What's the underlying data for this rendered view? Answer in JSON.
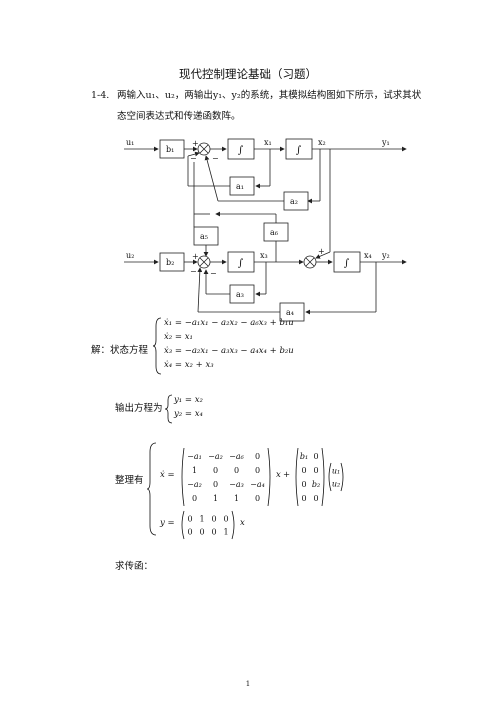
{
  "title": "现代控制理论基础（习题）",
  "problem": {
    "number": "1-4.",
    "line1": "两输入u₁、u₂，两输出y₁、y₂的系统，其模拟结构图如下所示，试求其状",
    "line2": "态空间表达式和传递函数阵。"
  },
  "diagram": {
    "inputs": [
      "u₁",
      "u₂"
    ],
    "outputs": [
      "y₁",
      "y₂"
    ],
    "states": [
      "x₁",
      "x₂",
      "x₃",
      "x₄"
    ],
    "gains": [
      "b₁",
      "b₂",
      "a₁",
      "a₂",
      "a₃",
      "a₄",
      "a₅",
      "a₆"
    ],
    "integrator": "∫",
    "plus": "+",
    "minus": "−"
  },
  "solution": {
    "label": "解：状态方程",
    "state_eqs": [
      "ẋ₁ = −a₁x₁ − a₂x₂ − a₆x₃ + b₁u",
      "ẋ₂ = x₁",
      "ẋ₃ = −a₂x₁ − a₃x₃ − a₄x₄ + b₂u",
      "ẋ₄ = x₂ + x₃"
    ],
    "output_label": "输出方程为",
    "output_eqs": [
      "y₁ = x₂",
      "y₂ = x₄"
    ],
    "arrange_label": "整理有",
    "A": [
      [
        "−a₁",
        "−a₂",
        "−a₆",
        "0"
      ],
      [
        "1",
        "0",
        "0",
        "0"
      ],
      [
        "−a₂",
        "0",
        "−a₃",
        "−a₄"
      ],
      [
        "0",
        "1",
        "1",
        "0"
      ]
    ],
    "B": [
      [
        "b₁",
        "0"
      ],
      [
        "0",
        "0"
      ],
      [
        "0",
        "b₂"
      ],
      [
        "0",
        "0"
      ]
    ],
    "u_vec": [
      "u₁",
      "u₂"
    ],
    "C": [
      [
        "0",
        "1",
        "0",
        "0"
      ],
      [
        "0",
        "0",
        "0",
        "1"
      ]
    ],
    "xdot": "ẋ =",
    "y_eq": "y =",
    "x": "x",
    "plus": "+",
    "transfer_label": "求传函："
  },
  "page_number": "1"
}
